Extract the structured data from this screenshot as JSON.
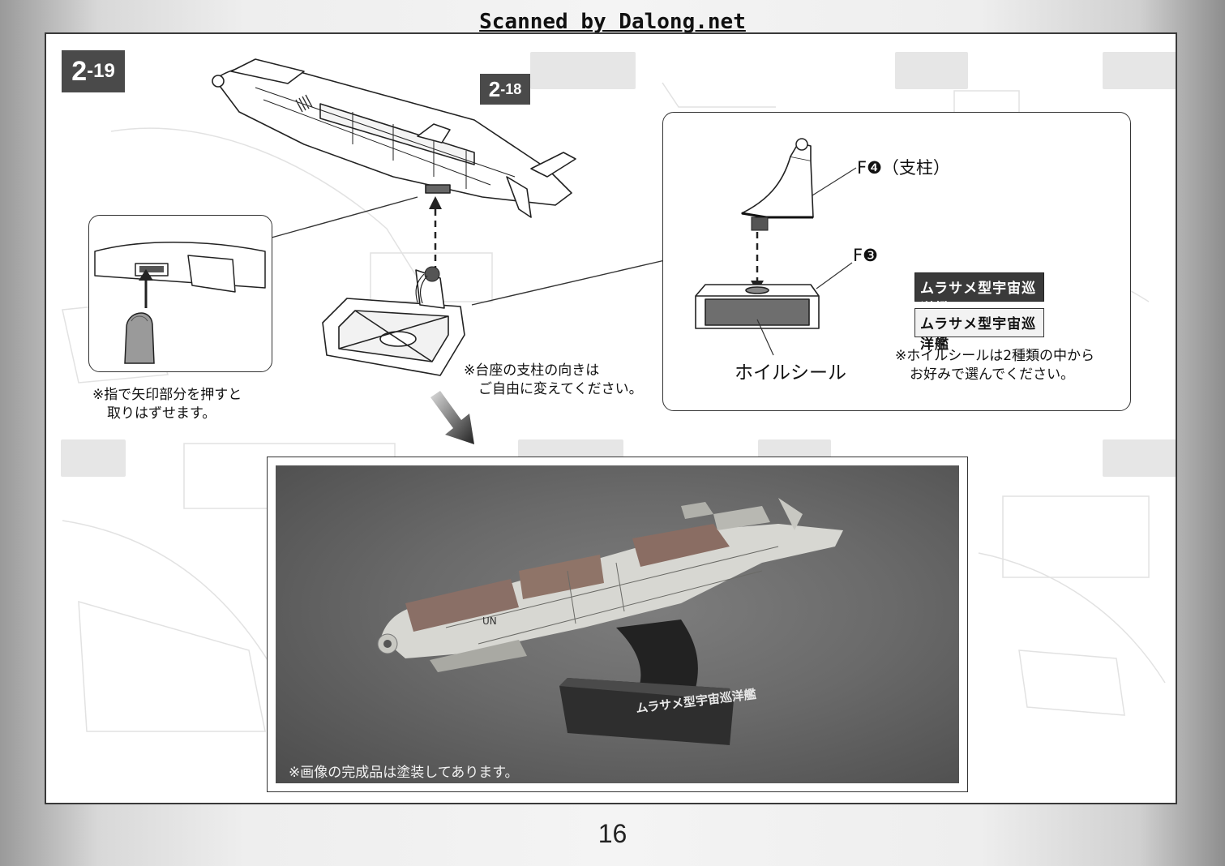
{
  "watermark": "Scanned by Dalong.net",
  "step": {
    "main_major": "2",
    "main_minor": "-19",
    "ref_major": "2",
    "ref_minor": "-18"
  },
  "left_inset": {
    "note_line1": "※指で矢印部分を押すと",
    "note_line2": "取りはずせます。"
  },
  "stand_note": {
    "line1": "※台座の支柱の向きは",
    "line2": "ご自由に変えてください。"
  },
  "right_inset": {
    "part_f4": "F❹（支柱）",
    "part_f3": "F❸",
    "foil_label": "ホイルシール",
    "sticker_dark": "ムラサメ型宇宙巡洋艦",
    "sticker_light": "ムラサメ型宇宙巡洋艦",
    "foil_note_line1": "※ホイルシールは2種類の中から",
    "foil_note_line2": "お好みで選んでください。"
  },
  "photo": {
    "caption": "※画像の完成品は塗装してあります。",
    "base_label": "ムラサメ型宇宙巡洋艦",
    "hull_mark": "UN"
  },
  "page_number": "16",
  "icons": [
    "finger-push-icon",
    "arrow-up-icon",
    "arrow-down-icon",
    "big-arrow-down-right-icon"
  ],
  "colors": {
    "badge": "#4a4a4a",
    "frame": "#333333",
    "photo_bg": "#6a6a6a"
  }
}
